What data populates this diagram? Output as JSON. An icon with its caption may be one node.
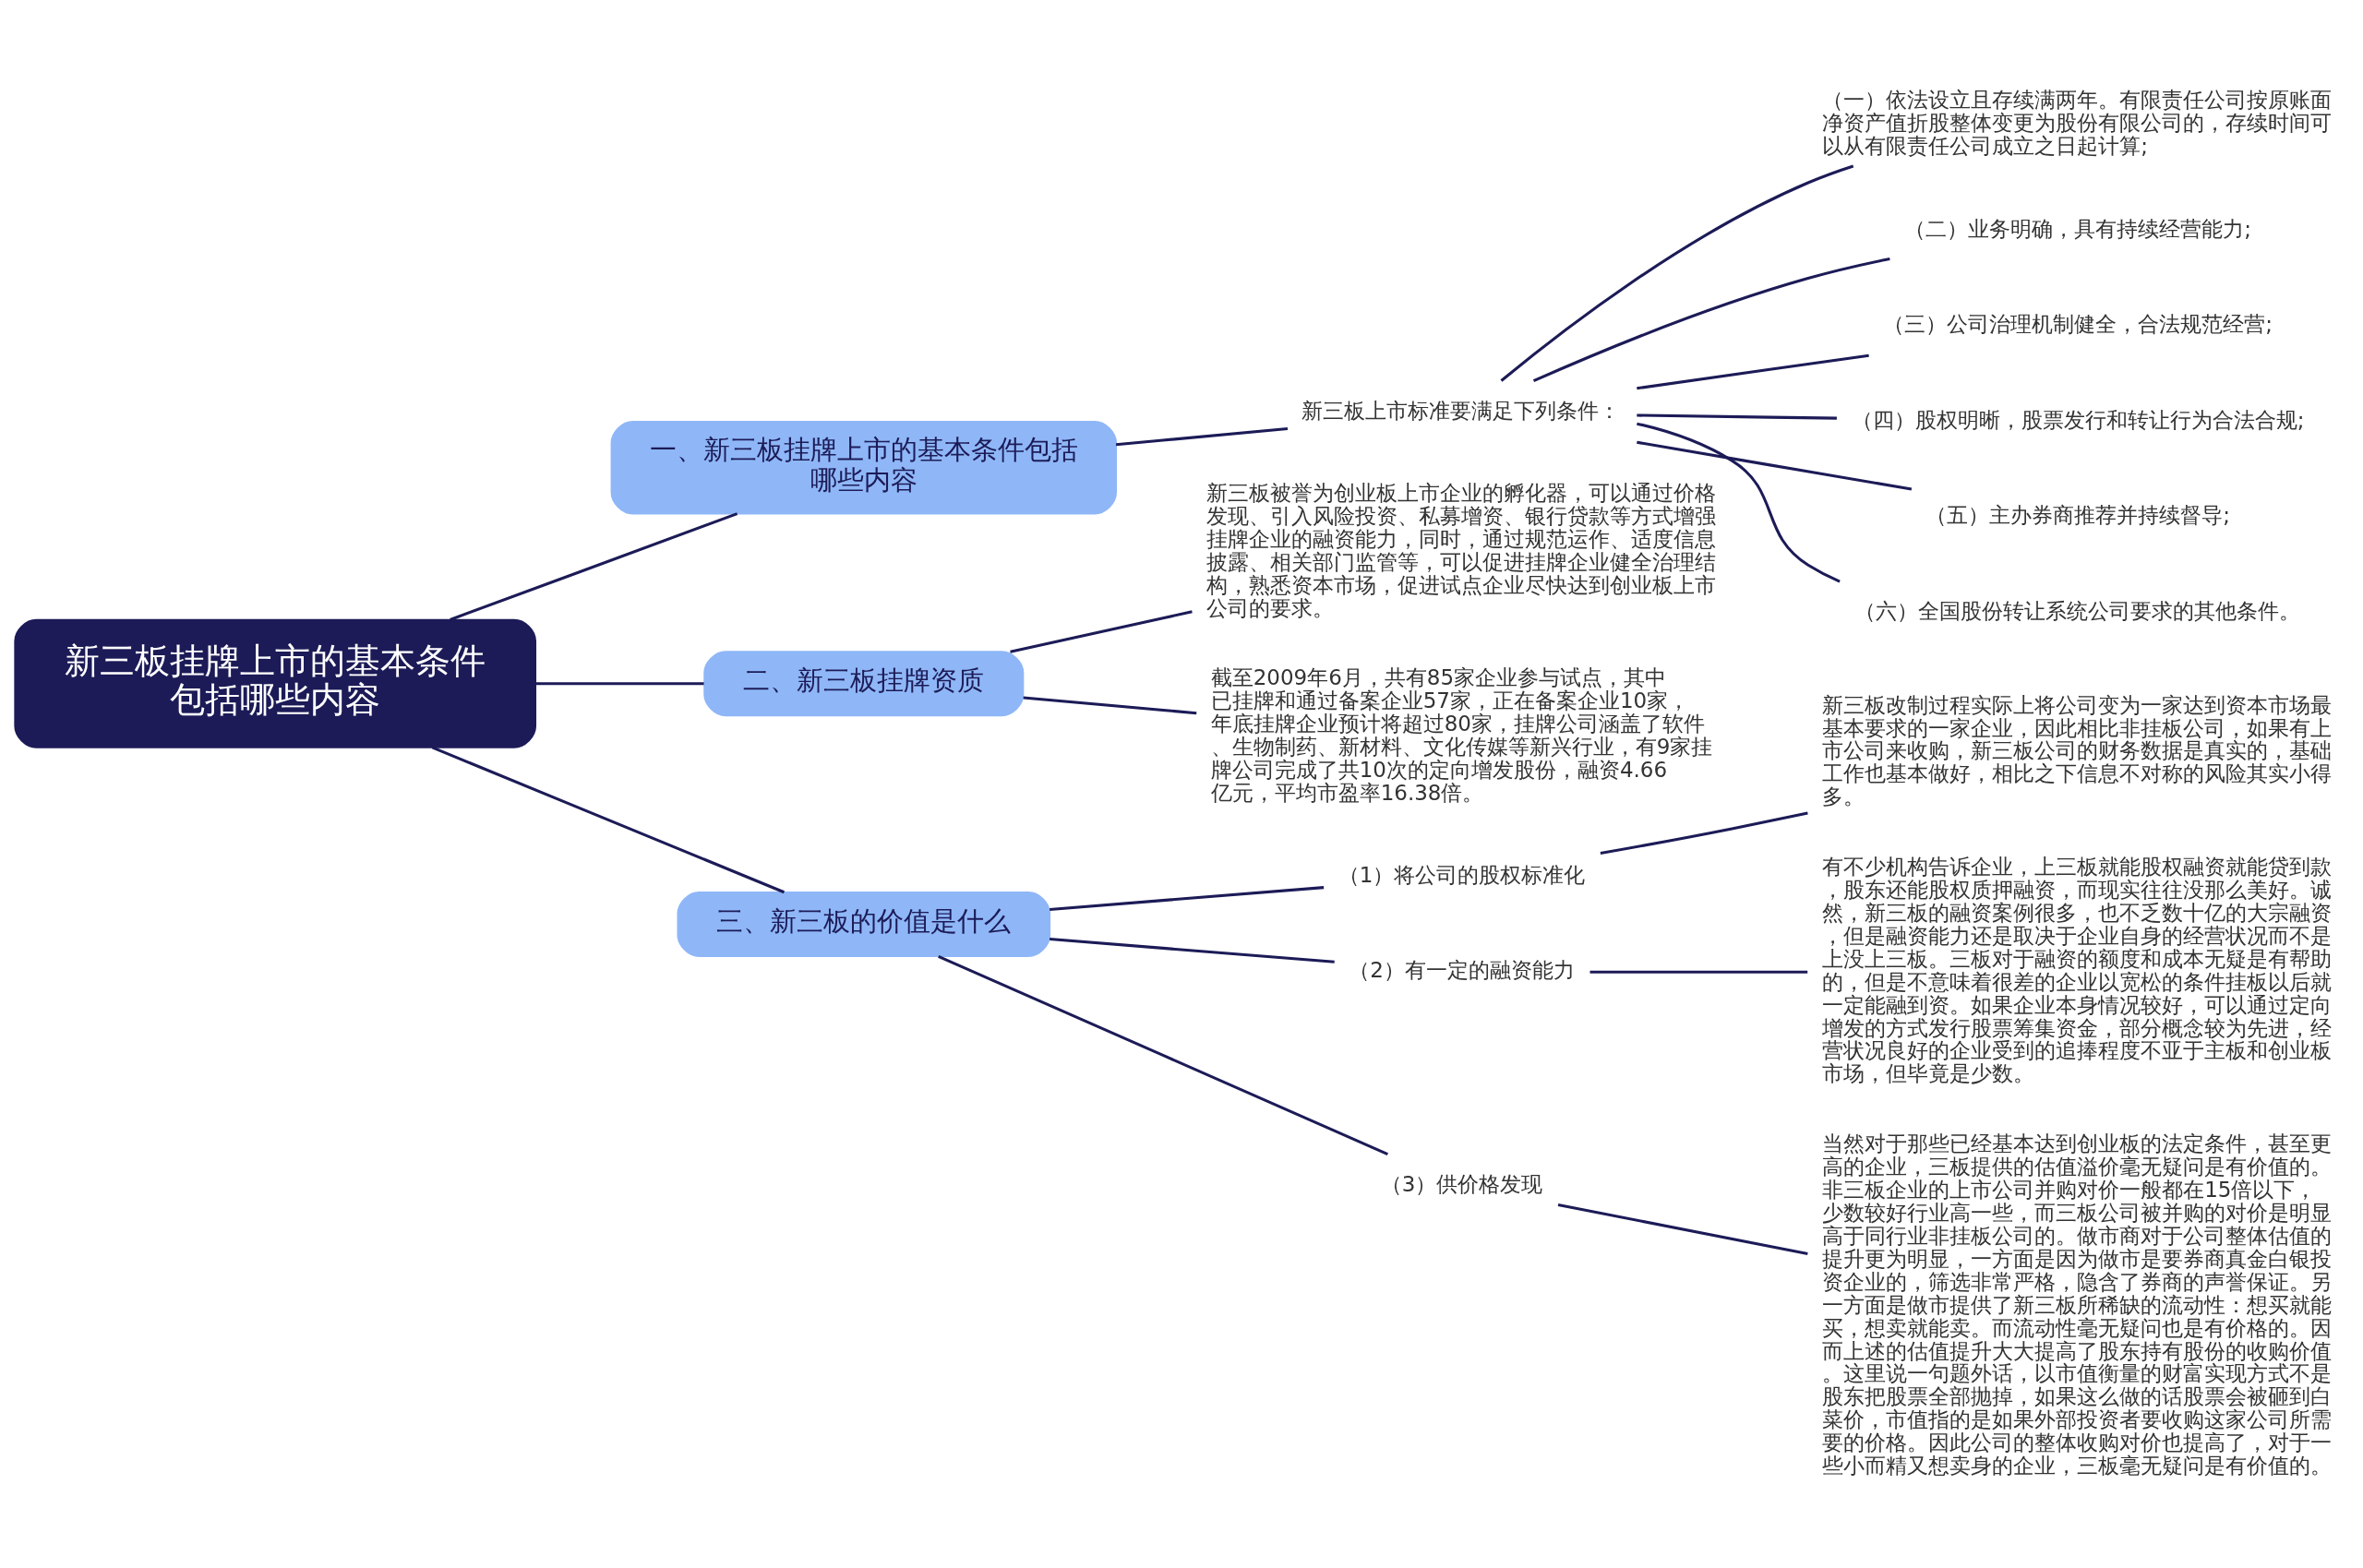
{
  "diagram": {
    "nodes": [
      {
        "text": [
          "新三板挂牌上市的基本条件包括哪些内容"
        ]
      },
      {
        "text": [
          "一、新三板挂牌上市的基本条件包括哪些内容"
        ]
      },
      {
        "text": [
          "新三板上市标准要满足下列条件："
        ]
      },
      {
        "text": [
          "（一）依法设立且存续满两年。有限责任公司按原账面净资产值折股整体变更为股份有限公司的，存续时间可以从有限责任公司成立之日起计算;"
        ]
      },
      {
        "text": [
          "（二）业务明确，具有持续经营能力;"
        ]
      },
      {
        "text": [
          "（三）公司治理机制健全，合法规范经营;"
        ]
      },
      {
        "text": [
          "（四）股权明晰，股票发行和转让行为合法合规;"
        ]
      },
      {
        "text": [
          "（五）主办券商推荐并持续督导;"
        ]
      },
      {
        "text": [
          "（六）全国股份转让系统公司要求的其他条件。"
        ]
      },
      {
        "text": [
          "二、新三板挂牌资质"
        ]
      },
      {
        "text": [
          "新三板被誉为创业板上市企业的孵化器，可以通过价格发现、引入风险投资、私募增资、银行贷款等方式增强挂牌企业的融资能力，同时，通过规范运作、适度信息披露、相关部门监管等，可以促进挂牌企业健全治理结构，熟悉资本市场，促进试点企业尽快达到创业板上市公司的要求。"
        ]
      },
      {
        "text": [
          "截至2009年6月，共有85家企业参与试点，其中已挂牌和通过备案企业57家，正在备案企业10家，年底挂牌企业预计将超过80家，挂牌公司涵盖了软件、生物制药、新材料、文化传媒等新兴行业，有9家挂牌公司完成了共10次的定向增发股份，融资4.66亿元，平均市盈率16.38倍。"
        ]
      },
      {
        "text": [
          "三、新三板的价值是什么"
        ]
      },
      {
        "text": [
          "（1）将公司的股权标准化"
        ]
      },
      {
        "text": [
          "新三板改制过程实际上将公司变为一家达到资本市场最基本要求的一家企业，因此相比非挂板公司，如果有上市公司来收购，新三板公司的财务数据是真实的，基础工作也基本做好，相比之下信息不对称的风险其实小得多。"
        ]
      },
      {
        "text": [
          "（2）有一定的融资能力"
        ]
      },
      {
        "text": [
          "有不少机构告诉企业，上三板就能股权融资就能贷到款，股东还能股权质押融资，而现实往往没那么美好。诚然，新三板的融资案例很多，也不乏数十亿的大宗融资，但是融资能力还是取决于企业自身的经营状况而不是上没上三板。三板对于融资的额度和成本无疑是有帮助的，但是不意味着很差的企业以宽松的条件挂板以后就一定能融到资。如果企业本身情况较好，可以通过定向增发的方式发行股票筹集资金，部分概念较为先进，经营状况良好的企业受到的追捧程度不亚于主板和创业板市场，但毕竟是少数。"
        ]
      },
      {
        "text": [
          "（3）供价格发现"
        ]
      },
      {
        "text": [
          "当然对于那些已经基本达到创业板的法定条件，甚至更高的企业，三板提供的估值溢价毫无疑问是有价值的。非三板企业的上市公司并购对价一般都在15倍以下，少数较好行业高一些，而三板公司被并购的对价是明显高于同行业非挂板公司的。做市商对于公司整体估值的提升更为明显，一方面是因为做市是要券商真金白银投资企业的，筛选非常严格，隐含了券商的声誉保证。另一方面是做市提供了新三板所稀缺的流动性：想买就能买，想卖就能卖。而流动性毫无疑问也是有价格的。因而上述的估值提升大大提高了股东持有股份的收购价值。这里说一句题外话，以市值衡量的财富实现方式不是股东把股票全部抛掉，如果这么做的话股票会被砸到白菜价，市值指的是如果外部投资者要收购这家公司所需要的价格。因此公司的整体收购对价也提高了，对于一些小而精又想卖身的企业，三板毫无疑问是有价值的。"
        ]
      }
    ],
    "edges": [
      {
        "from": 0,
        "to": 1,
        "arrow": "none"
      },
      {
        "from": 1,
        "to": 2,
        "arrow": "none"
      },
      {
        "from": 2,
        "to": 3,
        "arrow": "none"
      },
      {
        "from": 2,
        "to": 4,
        "arrow": "none"
      },
      {
        "from": 2,
        "to": 5,
        "arrow": "none"
      },
      {
        "from": 2,
        "to": 6,
        "arrow": "none"
      },
      {
        "from": 2,
        "to": 7,
        "arrow": "none"
      },
      {
        "from": 2,
        "to": 8,
        "arrow": "none"
      },
      {
        "from": 0,
        "to": 9,
        "arrow": "none"
      },
      {
        "from": 9,
        "to": 10,
        "arrow": "none"
      },
      {
        "from": 9,
        "to": 11,
        "arrow": "none"
      },
      {
        "from": 0,
        "to": 12,
        "arrow": "none"
      },
      {
        "from": 12,
        "to": 13,
        "arrow": "none"
      },
      {
        "from": 13,
        "to": 14,
        "arrow": "none"
      },
      {
        "from": 12,
        "to": 15,
        "arrow": "none"
      },
      {
        "from": 15,
        "to": 16,
        "arrow": "none"
      },
      {
        "from": 12,
        "to": 17,
        "arrow": "none"
      },
      {
        "from": 17,
        "to": 18,
        "arrow": "none"
      }
    ]
  }
}
